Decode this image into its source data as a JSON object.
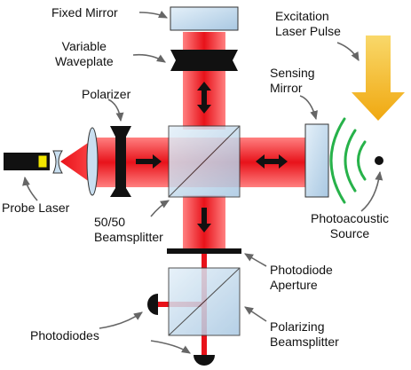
{
  "labels": {
    "fixed_mirror": "Fixed Mirror",
    "variable_waveplate": [
      "Variable",
      "Waveplate"
    ],
    "polarizer": "Polarizer",
    "excitation_laser_pulse": [
      "Excitation",
      "Laser Pulse"
    ],
    "sensing_mirror": [
      "Sensing",
      "Mirror"
    ],
    "probe_laser": "Probe Laser",
    "beamsplitter_5050": [
      "50/50",
      "Beamsplitter"
    ],
    "photoacoustic_source": [
      "Photoacoustic",
      "Source"
    ],
    "photodiode_aperture": [
      "Photodiode",
      "Aperture"
    ],
    "photodiodes": "Photodiodes",
    "polarizing_beamsplitter": [
      "Polarizing",
      "Beamsplitter"
    ]
  },
  "colors": {
    "laser_beam": "#e8121a",
    "beam_glow": "#ff6a6a",
    "glass": "#c9dff0",
    "excitation_arrow": "#f5bc1b",
    "acoustic_wave": "#27b24a",
    "optic_black": "#111111"
  }
}
